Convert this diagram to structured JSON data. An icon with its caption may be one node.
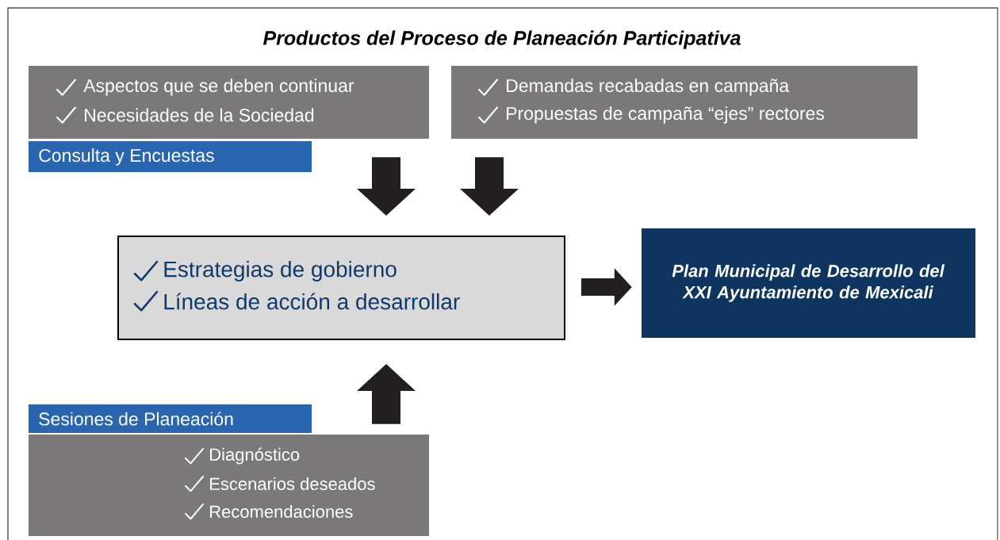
{
  "diagram": {
    "title": "Productos del Proceso de Planeación Participativa",
    "nodes": [
      {
        "text": [
          "Aspectos que se deben continuar",
          "Necesidades de la Sociedad"
        ]
      },
      {
        "text": [
          "Consulta y Encuestas"
        ]
      },
      {
        "text": [
          "Demandas recabadas en campaña",
          "Propuestas de campaña “ejes” rectores"
        ]
      },
      {
        "text": [
          "Estrategias de gobierno",
          "Líneas de acción a desarrollar"
        ]
      },
      {
        "text": [
          "Plan Municipal de Desarrollo del XXI Ayuntamiento de Mexicali"
        ]
      },
      {
        "text": [
          "Sesiones de Planeación"
        ]
      },
      {
        "text": [
          "Diagnóstico",
          "Escenarios deseados",
          "Recomendaciones"
        ]
      }
    ],
    "edges": [
      {
        "from": 0,
        "to": 3,
        "arrow": "to"
      },
      {
        "from": 2,
        "to": 3,
        "arrow": "to"
      },
      {
        "from": 6,
        "to": 3,
        "arrow": "to"
      },
      {
        "from": 3,
        "to": 4,
        "arrow": "to"
      }
    ]
  }
}
